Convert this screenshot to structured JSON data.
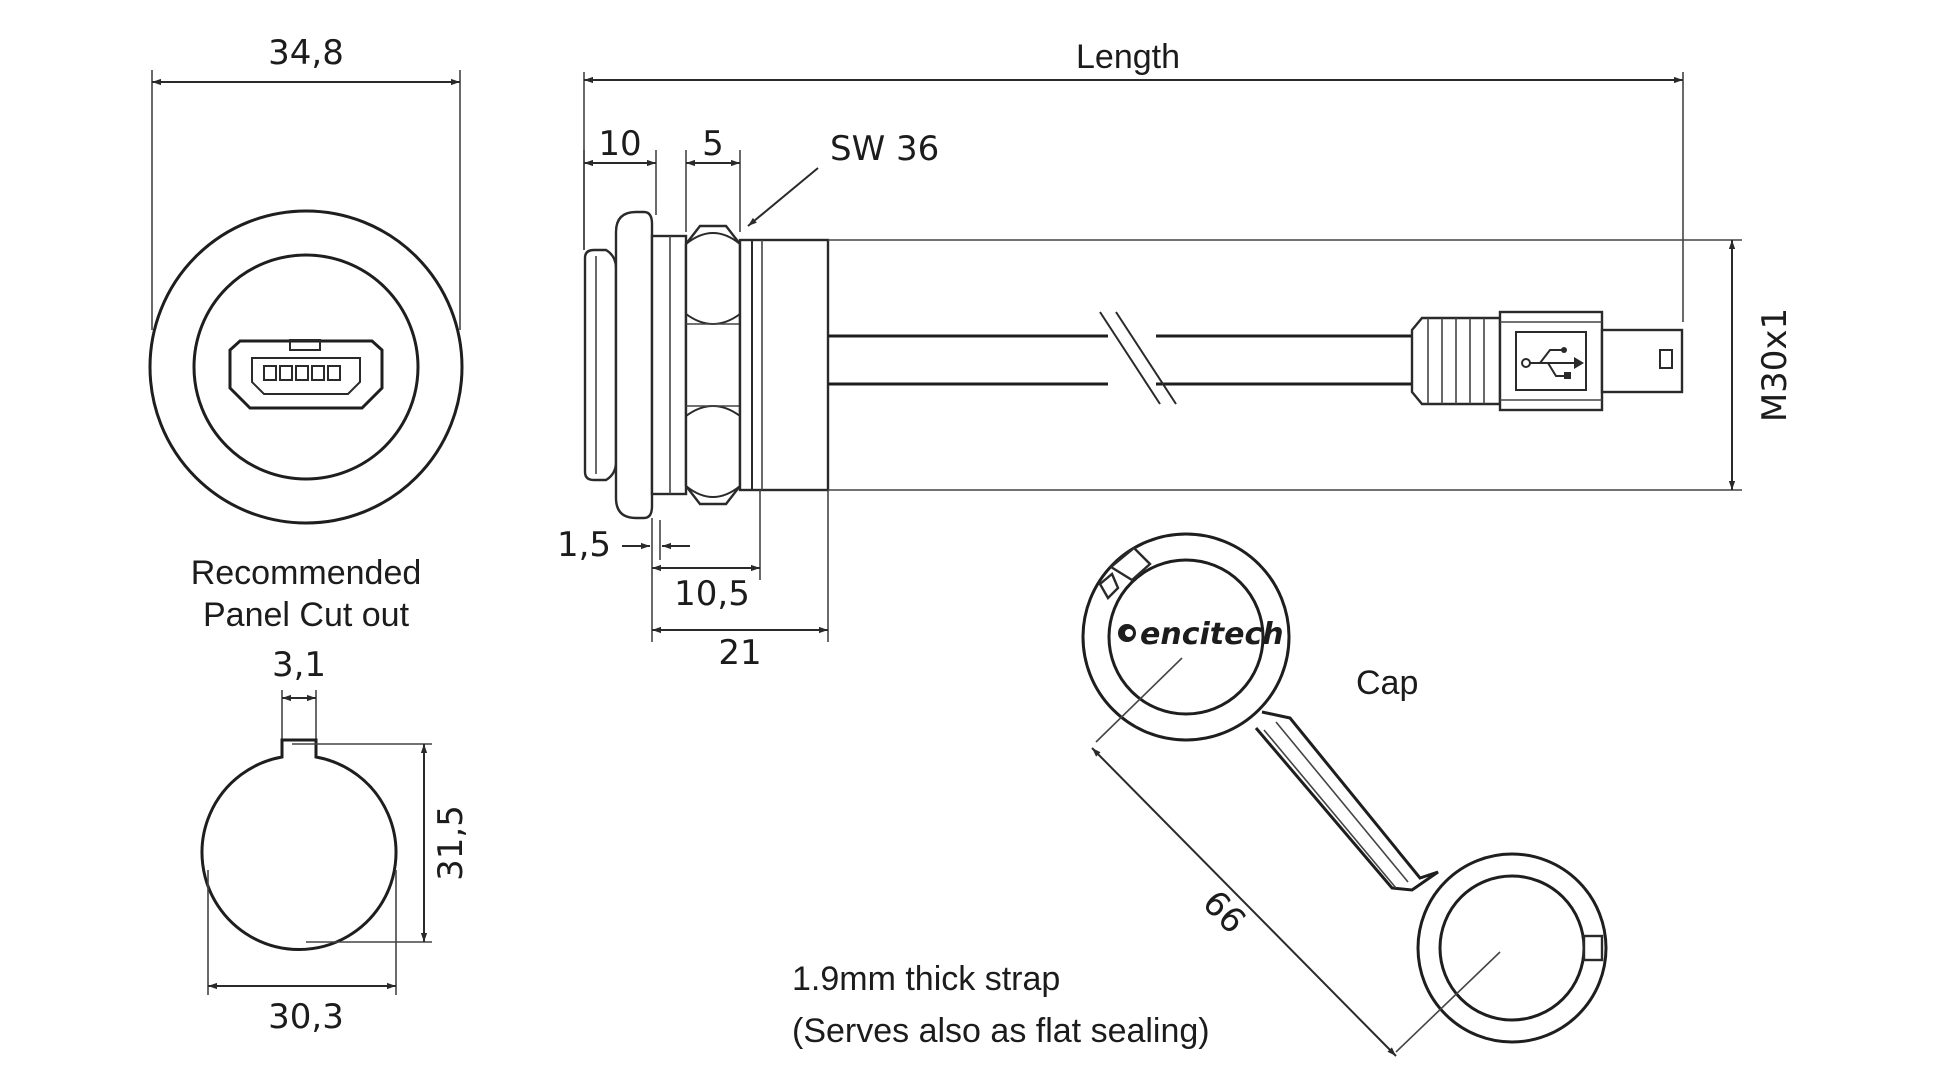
{
  "dimensions": {
    "panel_outer_width": "34,8",
    "length": "Length",
    "flange_width": "10",
    "nut_width": "5",
    "wrench_size": "SW 36",
    "gap": "1,5",
    "nut_span": "10,5",
    "body_length": "21",
    "thread": "M30x1",
    "key_width": "3,1",
    "cutout_height": "31,5",
    "cutout_width": "30,3",
    "strap_length": "66"
  },
  "labels": {
    "panel_cutout_line1": "Recommended",
    "panel_cutout_line2": "Panel Cut out",
    "cap": "Cap",
    "strap_line1": "1.9mm thick strap",
    "strap_line2": "(Serves also as flat sealing)",
    "brand": "encitech"
  },
  "icons": {
    "usb": "usb-trident-icon",
    "micro_usb_socket": "micro-usb-socket-icon"
  }
}
